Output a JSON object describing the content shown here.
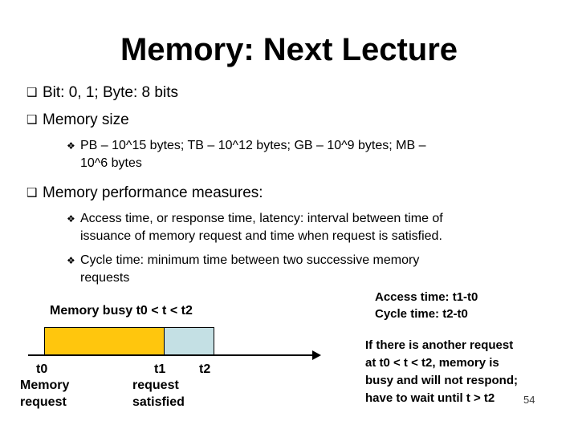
{
  "slide": {
    "title": "Memory: Next Lecture",
    "page_number": "54"
  },
  "bullets": {
    "l1_glyph": "❑",
    "l2_glyph": "❖",
    "items": [
      {
        "level": 1,
        "lines": [
          "Bit: 0, 1; Byte: 8 bits"
        ]
      },
      {
        "level": 1,
        "lines": [
          "Memory size"
        ]
      },
      {
        "level": 2,
        "lines": [
          "PB – 10^15 bytes; TB – 10^12 bytes; GB – 10^9 bytes; MB –",
          "10^6 bytes"
        ]
      },
      {
        "level": 1,
        "lines": [
          "Memory performance measures:"
        ]
      },
      {
        "level": 2,
        "lines": [
          "Access time, or response time, latency: interval between time of",
          "issuance of memory request and time when request is satisfied."
        ]
      },
      {
        "level": 2,
        "lines": [
          "Cycle time: minimum time between two successive memory",
          "requests"
        ]
      }
    ]
  },
  "diagram": {
    "busy_label": "Memory busy t0 < t < t2",
    "bar_yellow_color": "#FFC60D",
    "bar_blue_color": "#C4E0E4",
    "ticks": {
      "t0": "t0",
      "t1": "t1",
      "t2": "t2"
    },
    "captions": {
      "t0_line1": "Memory",
      "t0_line2": "request",
      "t1_line1": "request",
      "t1_line2": "satisfied"
    }
  },
  "side_notes": {
    "times_line1": "Access time: t1-t0",
    "times_line2": "Cycle time: t2-t0",
    "note_line1": "If there is another request",
    "note_line2": "at t0 < t < t2, memory is",
    "note_line3": "busy and will not respond;",
    "note_line4": "have to wait until t > t2"
  }
}
